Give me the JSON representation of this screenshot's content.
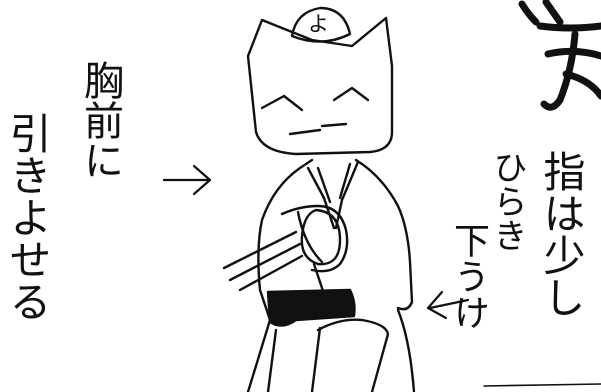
{
  "labels": {
    "col_outer": "引きよせる",
    "col_chest": "胸前に",
    "hat_badge": "よ",
    "col_hand_down": "下うけ",
    "col_fingers_open": "ひらき",
    "col_fingers": "指は少し"
  },
  "icons": {
    "arrow_right": "right-arrow-icon",
    "arrow_left": "left-arrow-icon"
  },
  "colors": {
    "ink": "#111111",
    "paper": "#ffffff"
  }
}
